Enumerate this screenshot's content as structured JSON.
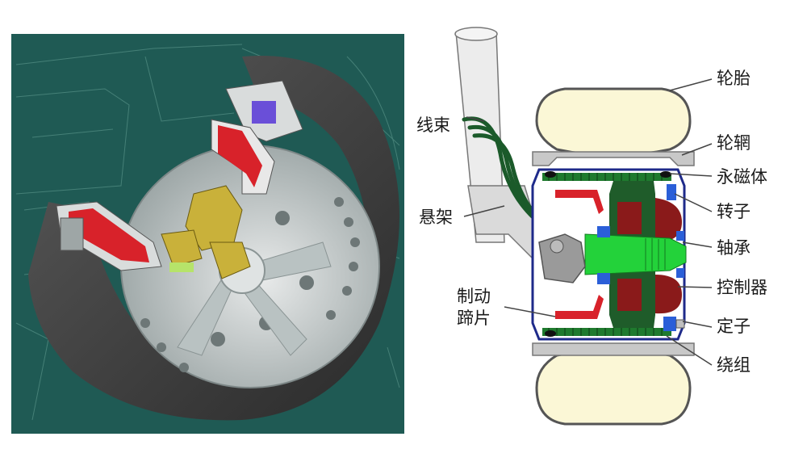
{
  "labels": {
    "tire": "轮胎",
    "rim": "轮辋",
    "magnet": "永磁体",
    "rotor": "转子",
    "bearing": "轴承",
    "controller": "控制器",
    "stator": "定子",
    "winding": "绕组",
    "harness": "线束",
    "suspension": "悬架",
    "brake_line1": "制动",
    "brake_line2": "蹄片"
  },
  "colors": {
    "left_bg": "#1f5a54",
    "tire": "#3a3a3a",
    "stator_green": "#1f7a2e",
    "shaft_green": "#23d23a",
    "controller_red": "#8a1a1a",
    "brake_red": "#d8222a",
    "tire_fill": "#fbf7d6",
    "outline_blue": "#1e2a8a"
  }
}
